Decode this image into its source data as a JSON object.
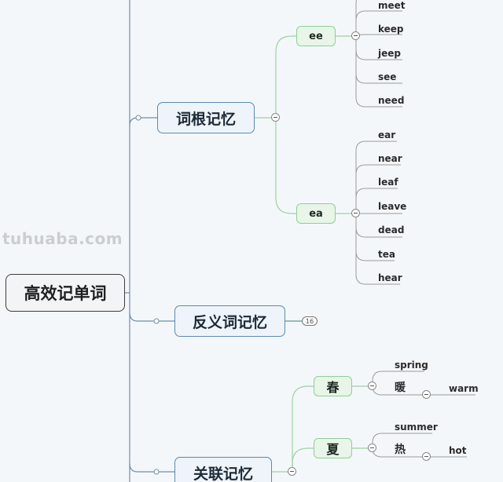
{
  "watermark": "tuhuaba.com",
  "root": {
    "label": "高效记单词"
  },
  "branches": {
    "roots": {
      "label": "词根记忆",
      "ee": {
        "label": "ee",
        "leaves": [
          "meet",
          "keep",
          "jeep",
          "see",
          "need"
        ]
      },
      "ea": {
        "label": "ea",
        "leaves": [
          "ear",
          "near",
          "leaf",
          "leave",
          "dead",
          "tea",
          "hear"
        ]
      }
    },
    "antonyms": {
      "label": "反义词记忆",
      "count": "16"
    },
    "association": {
      "label": "关联记忆",
      "spring": {
        "label": "春",
        "leaf": "spring",
        "child": "暖",
        "grandchild": "warm"
      },
      "summer": {
        "label": "夏",
        "leaf": "summer",
        "child": "热",
        "grandchild": "hot"
      }
    }
  },
  "colors": {
    "root_border": "#3c3c3c",
    "main_border": "#5a8bb1",
    "main_fill": "#eef4fa",
    "sub_border": "#8fcf97",
    "sub_fill": "#e8f5e8",
    "trunk_line": "#6e8fa8",
    "branch_line": "#9fd0a5",
    "leaf_line": "#9a9a9a"
  },
  "icons": {
    "collapse": "collapse-minus-icon",
    "expand_dot": "connector-dot-icon",
    "badge": "collapsed-count-badge"
  }
}
